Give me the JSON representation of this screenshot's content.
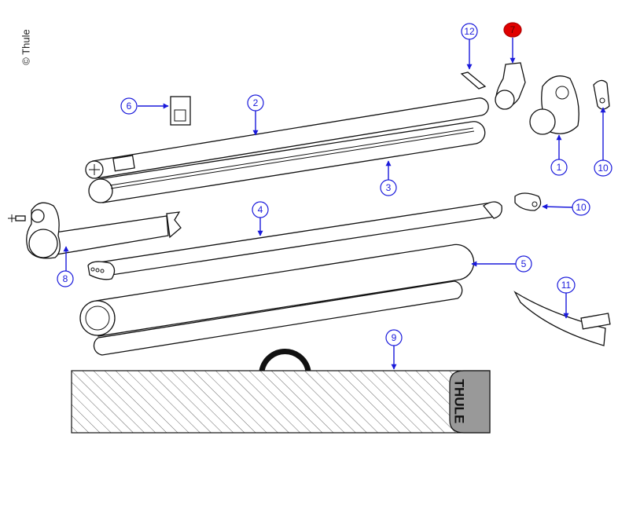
{
  "copyright": "© Thule",
  "bag_brand": "THULE",
  "highlight_color": "#e00000",
  "callout_color": "#1a1adb",
  "callouts": [
    {
      "id": "12",
      "label": "12"
    },
    {
      "id": "7",
      "label": "7",
      "highlighted": true
    },
    {
      "id": "6",
      "label": "6"
    },
    {
      "id": "2",
      "label": "2"
    },
    {
      "id": "1",
      "label": "1"
    },
    {
      "id": "10a",
      "label": "10"
    },
    {
      "id": "3",
      "label": "3"
    },
    {
      "id": "10b",
      "label": "10"
    },
    {
      "id": "4",
      "label": "4"
    },
    {
      "id": "5",
      "label": "5"
    },
    {
      "id": "8",
      "label": "8"
    },
    {
      "id": "11",
      "label": "11"
    },
    {
      "id": "9",
      "label": "9"
    }
  ]
}
